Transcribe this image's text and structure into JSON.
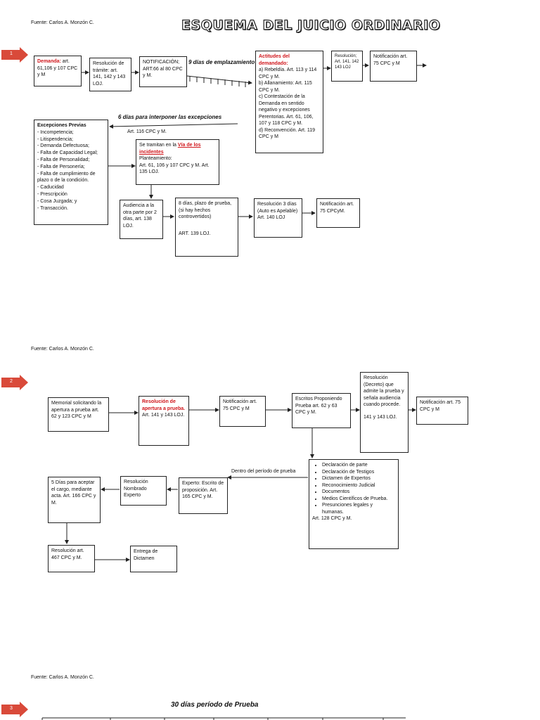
{
  "source_label": "Fuente: Carlos A. Monzón C.",
  "title": "ESQUEMA DEL JUICIO ORDINARIO",
  "markers": [
    "1",
    "2",
    "3"
  ],
  "section1": {
    "demanda_label": "Demanda:",
    "demanda_text": " art. 61,106 y 107 CPC y M",
    "resolucion_tramite": "Resolución de trámite: art. 141, 142 y 143 LOJ.",
    "notificacion": "NOTIFICACIÓN; ART.66 al 80 CPC y M.",
    "emplazamiento": "9 días de emplazamiento",
    "actitudes_title": "Actitudes del demandado:",
    "actitudes_items": [
      "a) Rebeldía. Art. 113 y 114 CPC y M.",
      "b) Allanamiento: Art. 115 CPC y M.",
      "c) Contestación de la Demanda en sentido negativo y excepciones Perentorias. Art. 61, 106, 107 y 118 CPC y M.",
      "d) Reconvención. Art. 119 CPC y M"
    ],
    "resolucion_141": "Resolución; Art. 141, 142 143 LOJ",
    "notificacion_75": "Notificación art. 75 CPC y M",
    "excepciones_days": "6 días para interponer las excepciones",
    "art116": "Art. 116 CPC y M.",
    "excepciones_title": "Excepciones Previas",
    "excepciones_items": [
      "- Incompetencia;",
      "- Litispendencia;",
      "- Demanda Defectuosa;",
      "- Falta de Capacidad Legal;",
      "- Falta de Personalidad;",
      "- Falta de Personería;",
      "- Falta de cumplimiento de plazo o de la condición.",
      "- Caducidad",
      "- Prescripción",
      "- Cosa Juzgada; y",
      "- Transacción."
    ],
    "incidentes_pre": "Se tramitan en la ",
    "incidentes_red": "Vía de los incidentes",
    "planteamiento_label": "Planteamiento:",
    "planteamiento_arts": "Art. 61, 106 y 107 CPC y M. Art. 135 LOJ.",
    "audiencia": "Audiencia a la otra parte por 2 días, art. 138 LOJ.",
    "ocho_dias": "8 días, plazo de prueba, (si hay hechos controvertidos)",
    "ocho_dias_art": "ART. 139 LOJ.",
    "resolucion_3dias": "Resolución 3 días (Auto es Apelable) Art. 140 LOJ",
    "notificacion_75b": "Notificación art. 75 CPCyM."
  },
  "section2": {
    "memorial": "Memorial solicitando la apertura a prueba art. 62 y 123 CPC y M",
    "apertura_red": "Resolución de apertura a prueba.",
    "apertura_arts": " Art. 141 y 143 LOJ.",
    "notificacion_75": "Notificación art. 75 CPC y M",
    "escritos": "Escritos Proponiendo Prueba art. 62 y 63 CPC y M.",
    "resolucion_decreto": "Resolución (Decreto) que admite la prueba y señala audiencia cuando procede.",
    "resolucion_decreto_arts": "141 y 143 LOJ.",
    "notificacion_75b": "Notificación art. 75 CPC y M",
    "dentro_periodo": "Dentro del período de prueba",
    "medios_items": [
      "Declaración de parte",
      "Declaración de Testigos",
      "Dictamen de Expertos",
      "Reconocimiento Judicial",
      "Documentos",
      "Medios Científicos de Prueba.",
      "Presunciones legales y humanas."
    ],
    "medios_art": "Art. 128 CPC y M.",
    "experto": "Experto: Escrito de proposición. Art. 165 CPC y M.",
    "resolucion_nombrando": "Resolución Nombrado Experto",
    "cinco_dias": "5 Días para aceptar el cargo, mediante acta. Art. 166 CPC y M.",
    "resolucion_467": "Resolución art. 467 CPC y M.",
    "entrega": "Entrega de Dictamen"
  },
  "section3": {
    "periodo": "30 días período de Prueba"
  }
}
